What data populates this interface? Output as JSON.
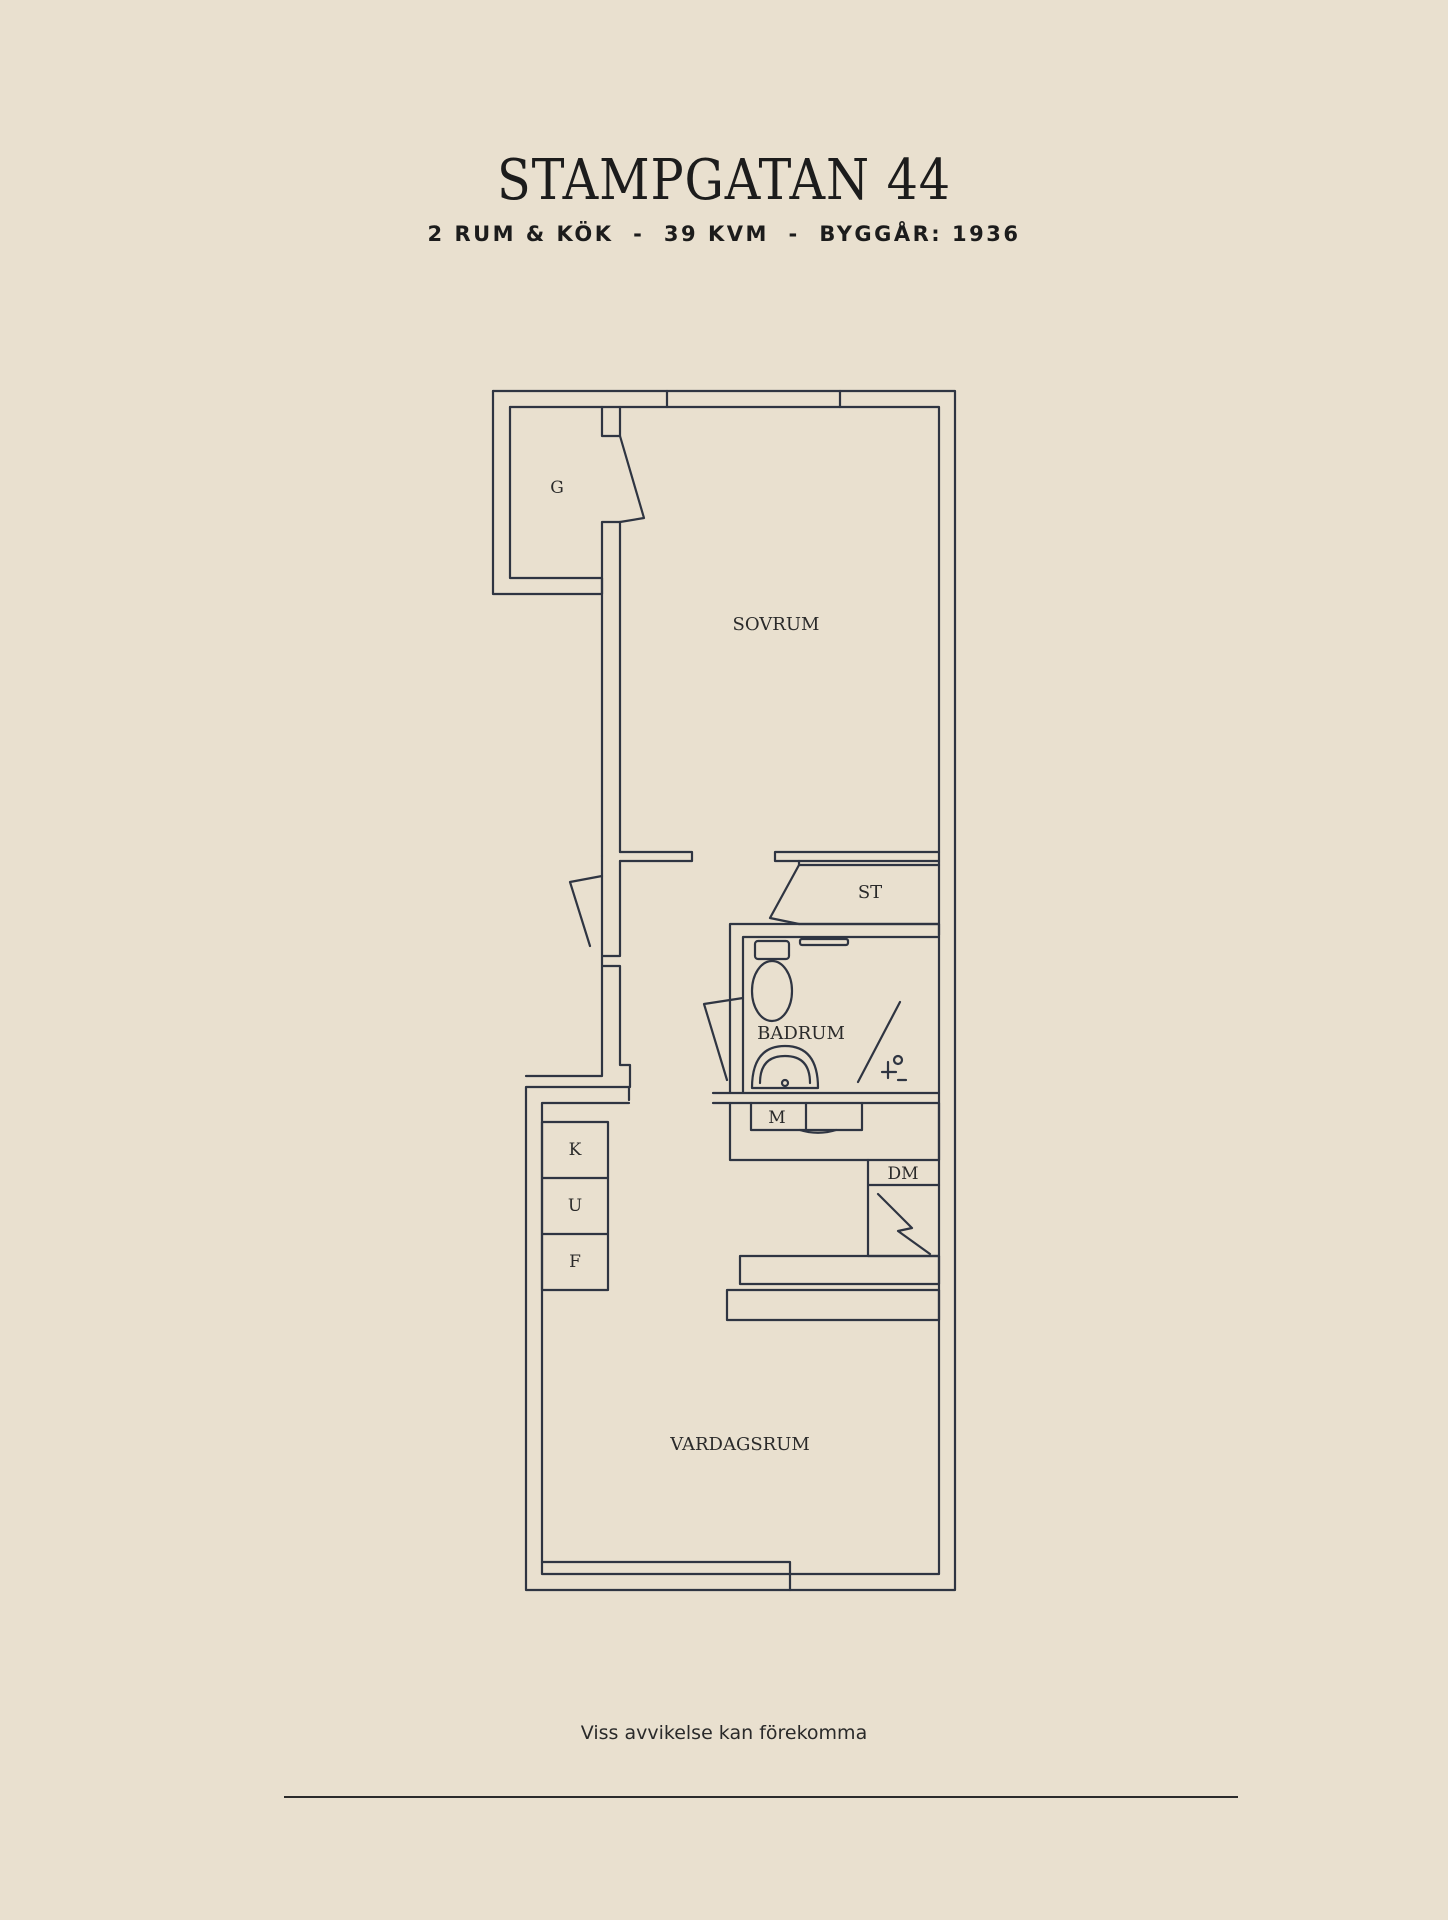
{
  "header": {
    "title": "STAMPGATAN 44",
    "subtitle": "2 RUM & KÖK  -  39 KVM  -  BYGGÅR: 1936"
  },
  "rooms": {
    "garderob": "G",
    "sovrum": "SOVRUM",
    "storage": "ST",
    "badrum": "BADRUM",
    "m": "M",
    "dm": "DM",
    "k": "K",
    "u": "U",
    "f": "F",
    "vardagsrum": "VARDAGSRUM"
  },
  "footer": {
    "note": "Viss avvikelse kan förekomma"
  }
}
